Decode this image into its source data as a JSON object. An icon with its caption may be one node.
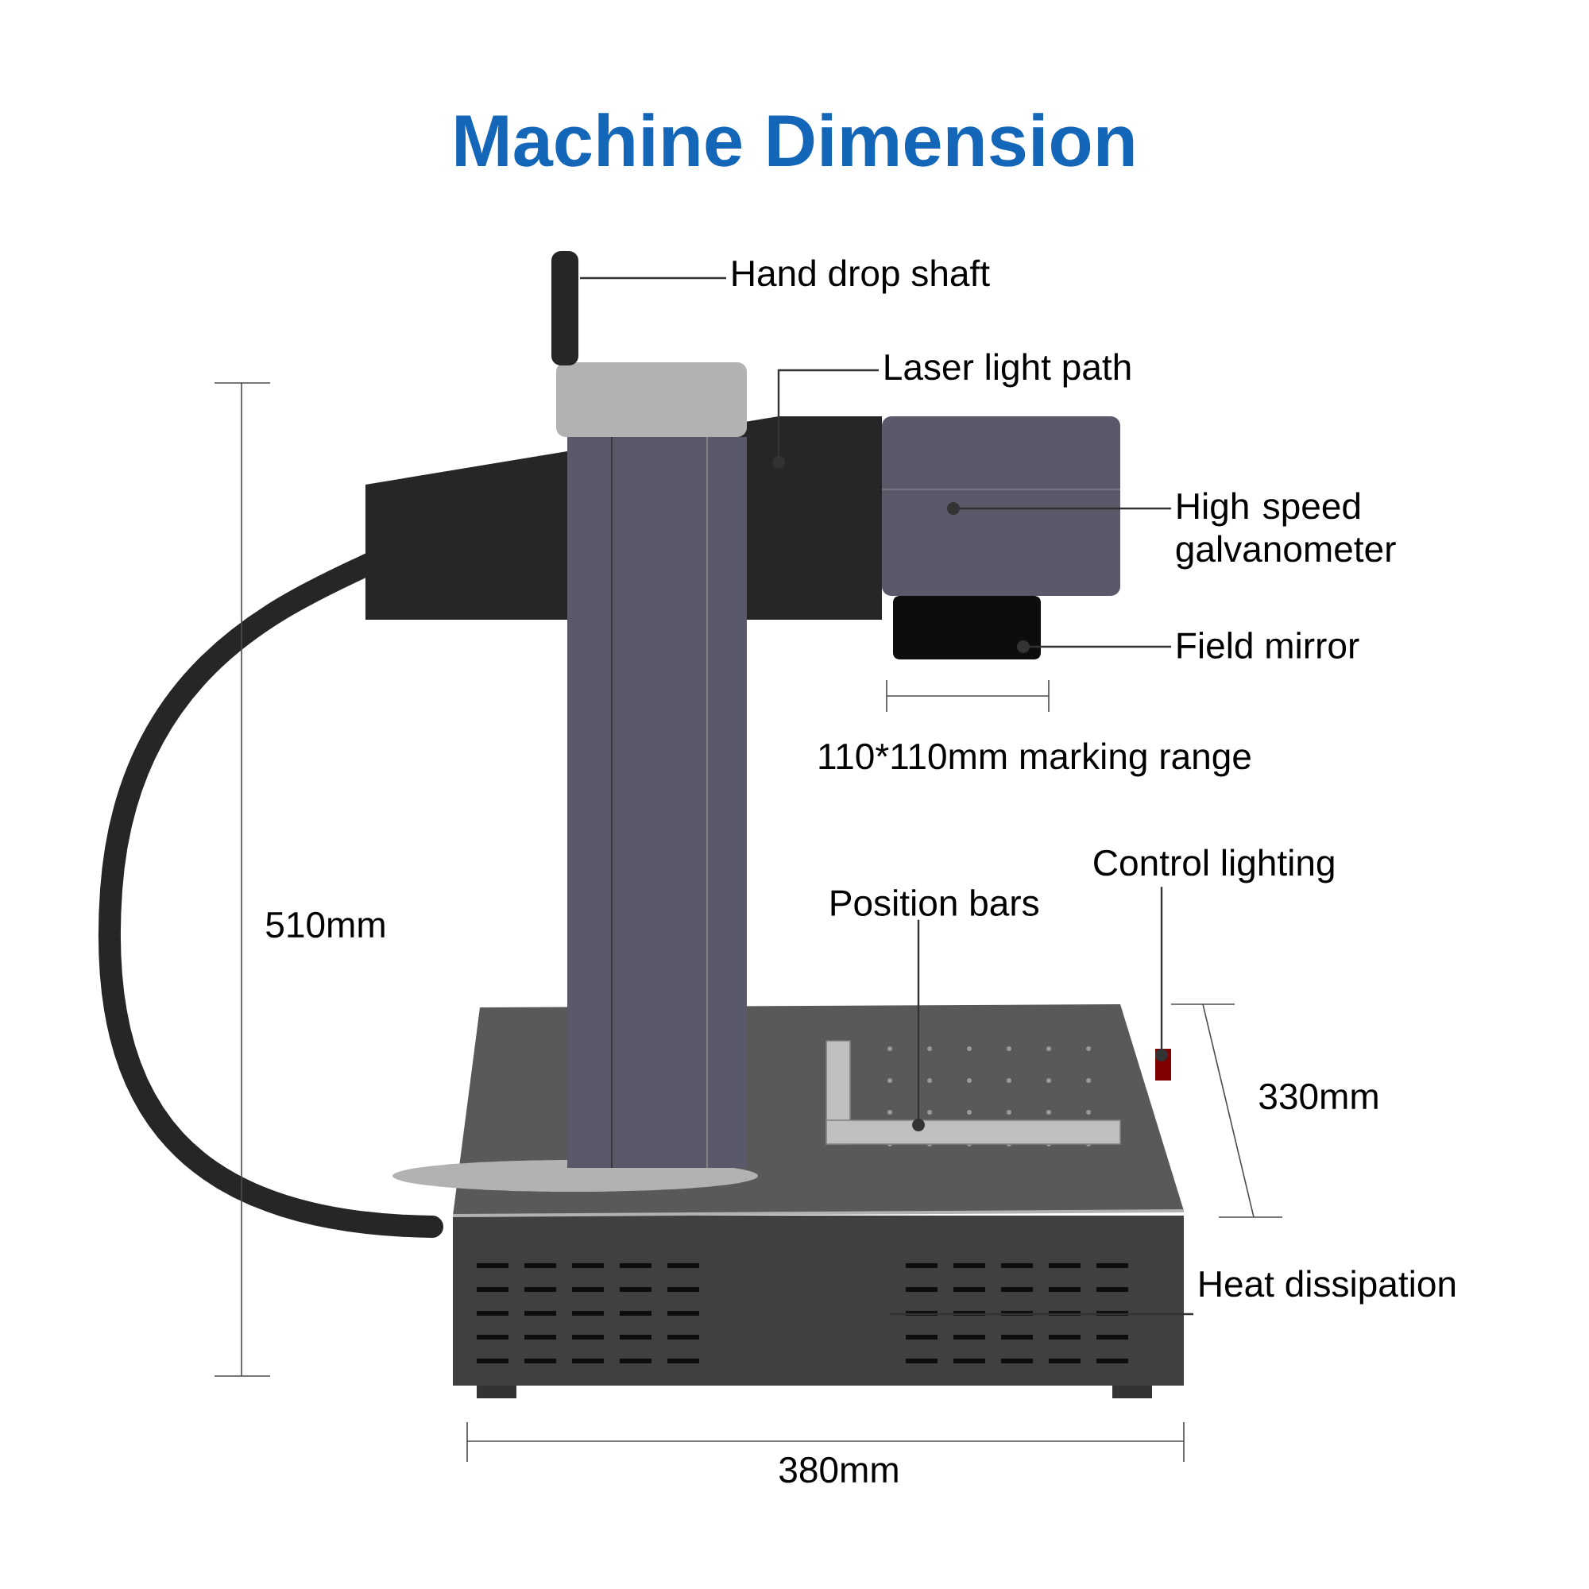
{
  "diagram": {
    "title": "Machine Dimension",
    "nodes": [
      {
        "text": [
          "Hand drop shaft"
        ]
      },
      {
        "text": [
          "Laser light path"
        ]
      },
      {
        "text": [
          "High speed galvanometer"
        ]
      },
      {
        "text": [
          "Field mirror"
        ]
      },
      {
        "text": [
          "Control lighting"
        ]
      },
      {
        "text": [
          "Position bars"
        ]
      },
      {
        "text": [
          "Heat dissipation"
        ]
      }
    ],
    "edges": [
      {
        "from": 0,
        "to": null,
        "arrow": "none"
      },
      {
        "from": 1,
        "to": null,
        "arrow": "other"
      },
      {
        "from": 2,
        "to": null,
        "arrow": "other"
      },
      {
        "from": 3,
        "to": null,
        "arrow": "other"
      },
      {
        "from": 4,
        "to": null,
        "arrow": "other"
      },
      {
        "from": 5,
        "to": null,
        "arrow": "other"
      },
      {
        "from": 6,
        "to": null,
        "arrow": "none"
      }
    ],
    "labels": [
      "510mm",
      "110*110mm marking range",
      "330mm",
      "380mm"
    ]
  }
}
